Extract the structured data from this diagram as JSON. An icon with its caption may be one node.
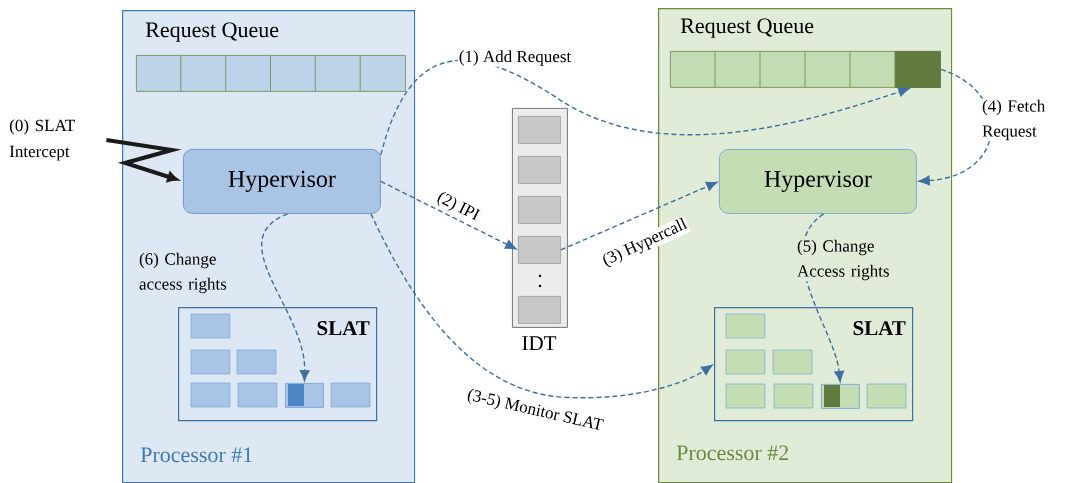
{
  "diagram": {
    "nodes": [
      {
        "text": [
          "Processor #1"
        ]
      },
      {
        "text": [
          "Request Queue"
        ],
        "in": 0
      },
      {
        "text": [
          "Hypervisor"
        ],
        "in": 0
      },
      {
        "text": [
          "SLAT"
        ],
        "in": 0
      },
      {
        "text": [],
        "shape": "box",
        "in": 3
      },
      {
        "text": [
          "Processor #2"
        ]
      },
      {
        "text": [
          "Request Queue"
        ],
        "in": 5
      },
      {
        "text": [],
        "shape": "box",
        "in": 6
      },
      {
        "text": [
          "Hypervisor"
        ],
        "in": 5
      },
      {
        "text": [
          "SLAT"
        ],
        "in": 5
      },
      {
        "text": [],
        "shape": "box",
        "in": 9
      },
      {
        "text": [
          "IDT"
        ]
      },
      {
        "text": [],
        "shape": "box",
        "in": 11
      },
      {
        "text": [],
        "shape": "box",
        "in": 11
      },
      {
        "text": [],
        "shape": "box",
        "in": 11
      },
      {
        "text": [],
        "shape": "box",
        "in": 11
      },
      {
        "text": [],
        "shape": "box",
        "in": 11
      },
      {
        "text": [
          "(0) SLAT Intercept"
        ]
      }
    ],
    "edges": [
      {
        "from": 17,
        "to": 2,
        "arrow": "to",
        "style": "thick",
        "color": "#1a1a1a"
      },
      {
        "from": 2,
        "to": 7,
        "arrow": "to",
        "label": "(1) Add Request",
        "style": "dashed"
      },
      {
        "from": 2,
        "to": 15,
        "arrow": "to",
        "label": "(2) IPI",
        "style": "dashed"
      },
      {
        "from": 15,
        "to": 8,
        "arrow": "to",
        "label": "(3) Hypercall",
        "style": "dashed"
      },
      {
        "from": 7,
        "to": 8,
        "arrow": "to",
        "label": "(4) Fetch Request",
        "style": "dashed"
      },
      {
        "from": 8,
        "to": 10,
        "arrow": "to",
        "label": "(5) Change Access rights",
        "style": "dashed"
      },
      {
        "from": 2,
        "to": 4,
        "arrow": "to",
        "label": "(6) Change access rights",
        "style": "dashed"
      },
      {
        "from": 2,
        "to": 9,
        "arrow": "to",
        "label": "(3-5) Monitor SLAT",
        "style": "dashed"
      }
    ]
  }
}
